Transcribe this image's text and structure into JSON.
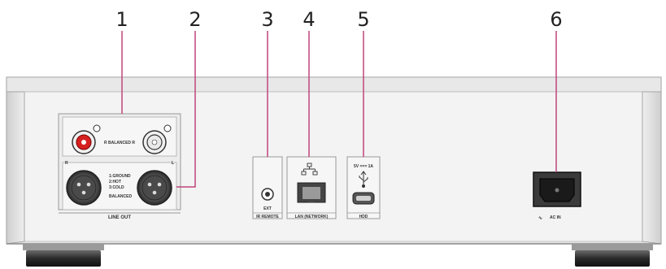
{
  "callouts": [
    "1",
    "2",
    "3",
    "4",
    "5",
    "6"
  ],
  "panel_labels": {
    "balanced_rca": "R BALANCED R",
    "r": "R",
    "l": "L",
    "xlr_legend_1": "1:GROUND",
    "xlr_legend_2": "2:HOT",
    "xlr_legend_3": "3:COLD",
    "xlr_legend_4": "BALANCED",
    "line_out": "LINE OUT",
    "ir_ext": "EXT",
    "ir_remote": "IR REMOTE",
    "lan": "LAN (NETWORK)",
    "dc_out": "5V === 1A",
    "usb_hdd": "HDD",
    "ac_in": "AC IN",
    "ac_symbol": "∿"
  },
  "colors": {
    "callout_line": "#c0457a",
    "rca_red": "#d62020"
  },
  "icons": [
    "network-icon",
    "usb-icon",
    "ac-symbol-icon"
  ]
}
